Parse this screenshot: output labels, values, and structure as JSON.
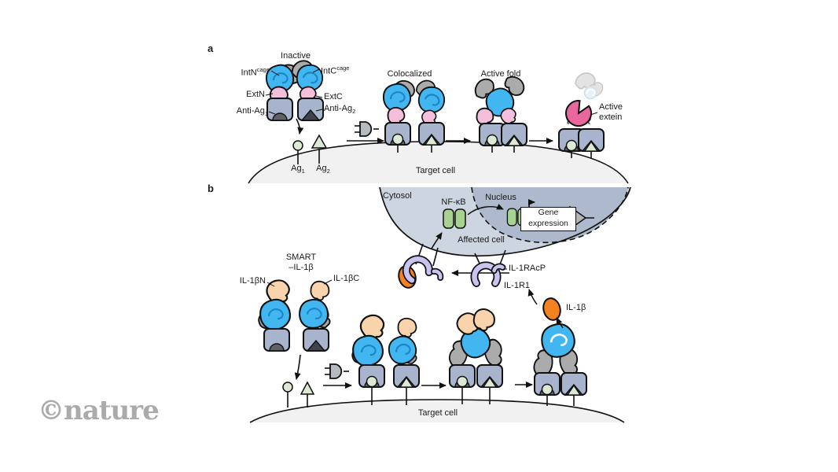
{
  "logo": {
    "wordmark": "©nature"
  },
  "panel_a": {
    "label": "a",
    "inactive_title": "Inactive",
    "intn": {
      "base": "IntN",
      "sup": "cage"
    },
    "intc": {
      "base": "IntC",
      "sup": "cage"
    },
    "extn": "ExtN",
    "extc": "ExtC",
    "anti_ag1": {
      "base": "Anti-Ag",
      "sub": "1"
    },
    "anti_ag2": {
      "base": "Anti-Ag",
      "sub": "2"
    },
    "ag1": {
      "base": "Ag",
      "sub": "1"
    },
    "ag2": {
      "base": "Ag",
      "sub": "2"
    },
    "colocalized_title": "Colocalized",
    "active_fold_title": "Active fold",
    "active_extein": {
      "line1": "Active",
      "line2": "extein"
    },
    "target_cell": "Target cell"
  },
  "panel_b": {
    "label": "b",
    "smart": {
      "line1": "SMART",
      "line2": "–IL-1β"
    },
    "il1b_n": "IL-1βN",
    "il1b_c": "IL-1βC",
    "affected_cell": {
      "cytosol": "Cytosol",
      "nfkb": "NF-κB",
      "nucleus": "Nucleus",
      "gene": {
        "line1": "Gene",
        "line2": "expression"
      },
      "label": "Affected cell"
    },
    "il1racp": "IL-1RAcP",
    "il1r1": "IL-1R1",
    "il1b": "IL-1β",
    "target_cell": "Target cell"
  },
  "colors": {
    "intein_blue": "#41b6f0",
    "extein_pink": "#f3bfda",
    "active_extein_pink": "#e9679e",
    "il1b_fragment_peach": "#f9d3ac",
    "il1b_orange": "#f58220",
    "cage_gray": "#ababab",
    "binder_slate": "#a8b4cd",
    "antigen_green": "#dde9d4",
    "nfkb_green": "#a6d490",
    "receptor_lavender": "#c9c4ef",
    "membrane_gray": "#f1f1f1",
    "cytosol_fill": "#cdd5e1",
    "nucleus_fill": "#aeb9ce"
  }
}
